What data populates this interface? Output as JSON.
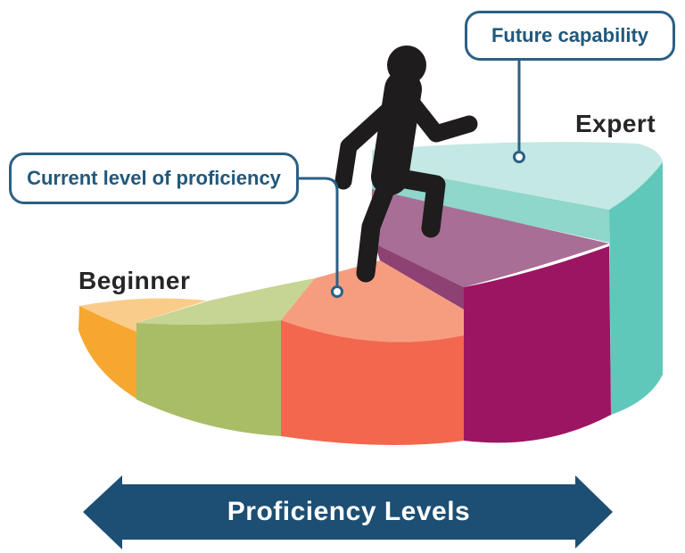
{
  "texts": {
    "beginner_label": "Beginner",
    "expert_label": "Expert",
    "current_callout": "Current level of proficiency",
    "future_callout": "Future capability",
    "arrow_label": "Proficiency Levels"
  },
  "colors": {
    "callout_border": "#2B6084",
    "callout_text": "#21587B",
    "connector": "#2B6084",
    "label_text": "#262626",
    "arrow": "#1D4E73",
    "arrow_text": "#FFFFFF",
    "person": "#1E1C1C",
    "background": "#FFFFFF"
  },
  "steps": [
    {
      "top": "#FACC8A",
      "side": "#F6A72F"
    },
    {
      "top": "#C6D494",
      "side": "#A9BD67"
    },
    {
      "top": "#F69D7F",
      "side": "#F2674D"
    },
    {
      "top": "#A86E96",
      "side": "#9C1562",
      "inner": "#8E4173"
    },
    {
      "top": "#C4E8E4",
      "front": "#8FD6CB",
      "side": "#5FC8BA"
    }
  ]
}
